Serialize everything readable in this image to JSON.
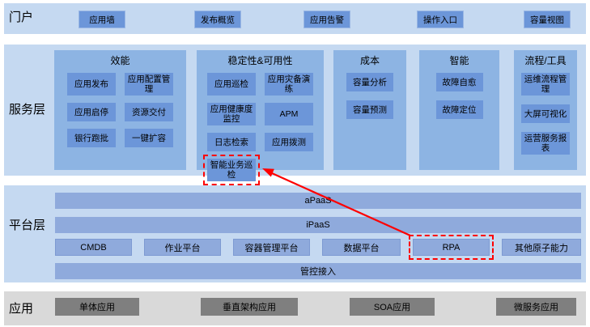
{
  "colors": {
    "band_blue": "#C5D9F1",
    "group_blue": "#8DB4E3",
    "item_blue": "#6C96D9",
    "platform_blue": "#8FAADC",
    "app_band_gray": "#D9D9D9",
    "app_box_gray": "#7F7F7F",
    "highlight_red": "#FF0000"
  },
  "portal": {
    "label": "门户",
    "items": [
      "应用墙",
      "发布概览",
      "应用告警",
      "操作入口",
      "容量视图"
    ]
  },
  "service": {
    "label": "服务层",
    "groups": [
      {
        "title": "效能",
        "items": [
          "应用发布",
          "应用配置管理",
          "应用启停",
          "资源交付",
          "银行跑批",
          "一键扩容"
        ]
      },
      {
        "title": "稳定性&可用性",
        "items": [
          "应用巡检",
          "应用灾备演练",
          "应用健康度监控",
          "APM",
          "日志检索",
          "应用拨测",
          "智能业务巡检"
        ]
      },
      {
        "title": "成本",
        "items": [
          "容量分析",
          "容量预测"
        ]
      },
      {
        "title": "智能",
        "items": [
          "故障自愈",
          "故障定位"
        ]
      },
      {
        "title": "流程/工具",
        "items": [
          "运维流程管理",
          "大屏可视化",
          "运营服务报表"
        ]
      }
    ]
  },
  "platform": {
    "label": "平台层",
    "bars": [
      "aPaaS",
      "iPaaS"
    ],
    "boxes": [
      "CMDB",
      "作业平台",
      "容器管理平台",
      "数据平台",
      "RPA",
      "其他原子能力"
    ],
    "bottom_bar": "管控接入"
  },
  "apps": {
    "label": "应用",
    "items": [
      "单体应用",
      "垂直架构应用",
      "SOA应用",
      "微服务应用"
    ]
  },
  "annotation": {
    "highlighted_items": [
      "智能业务巡检",
      "RPA"
    ],
    "arrow_from": "RPA",
    "arrow_to": "智能业务巡检"
  }
}
